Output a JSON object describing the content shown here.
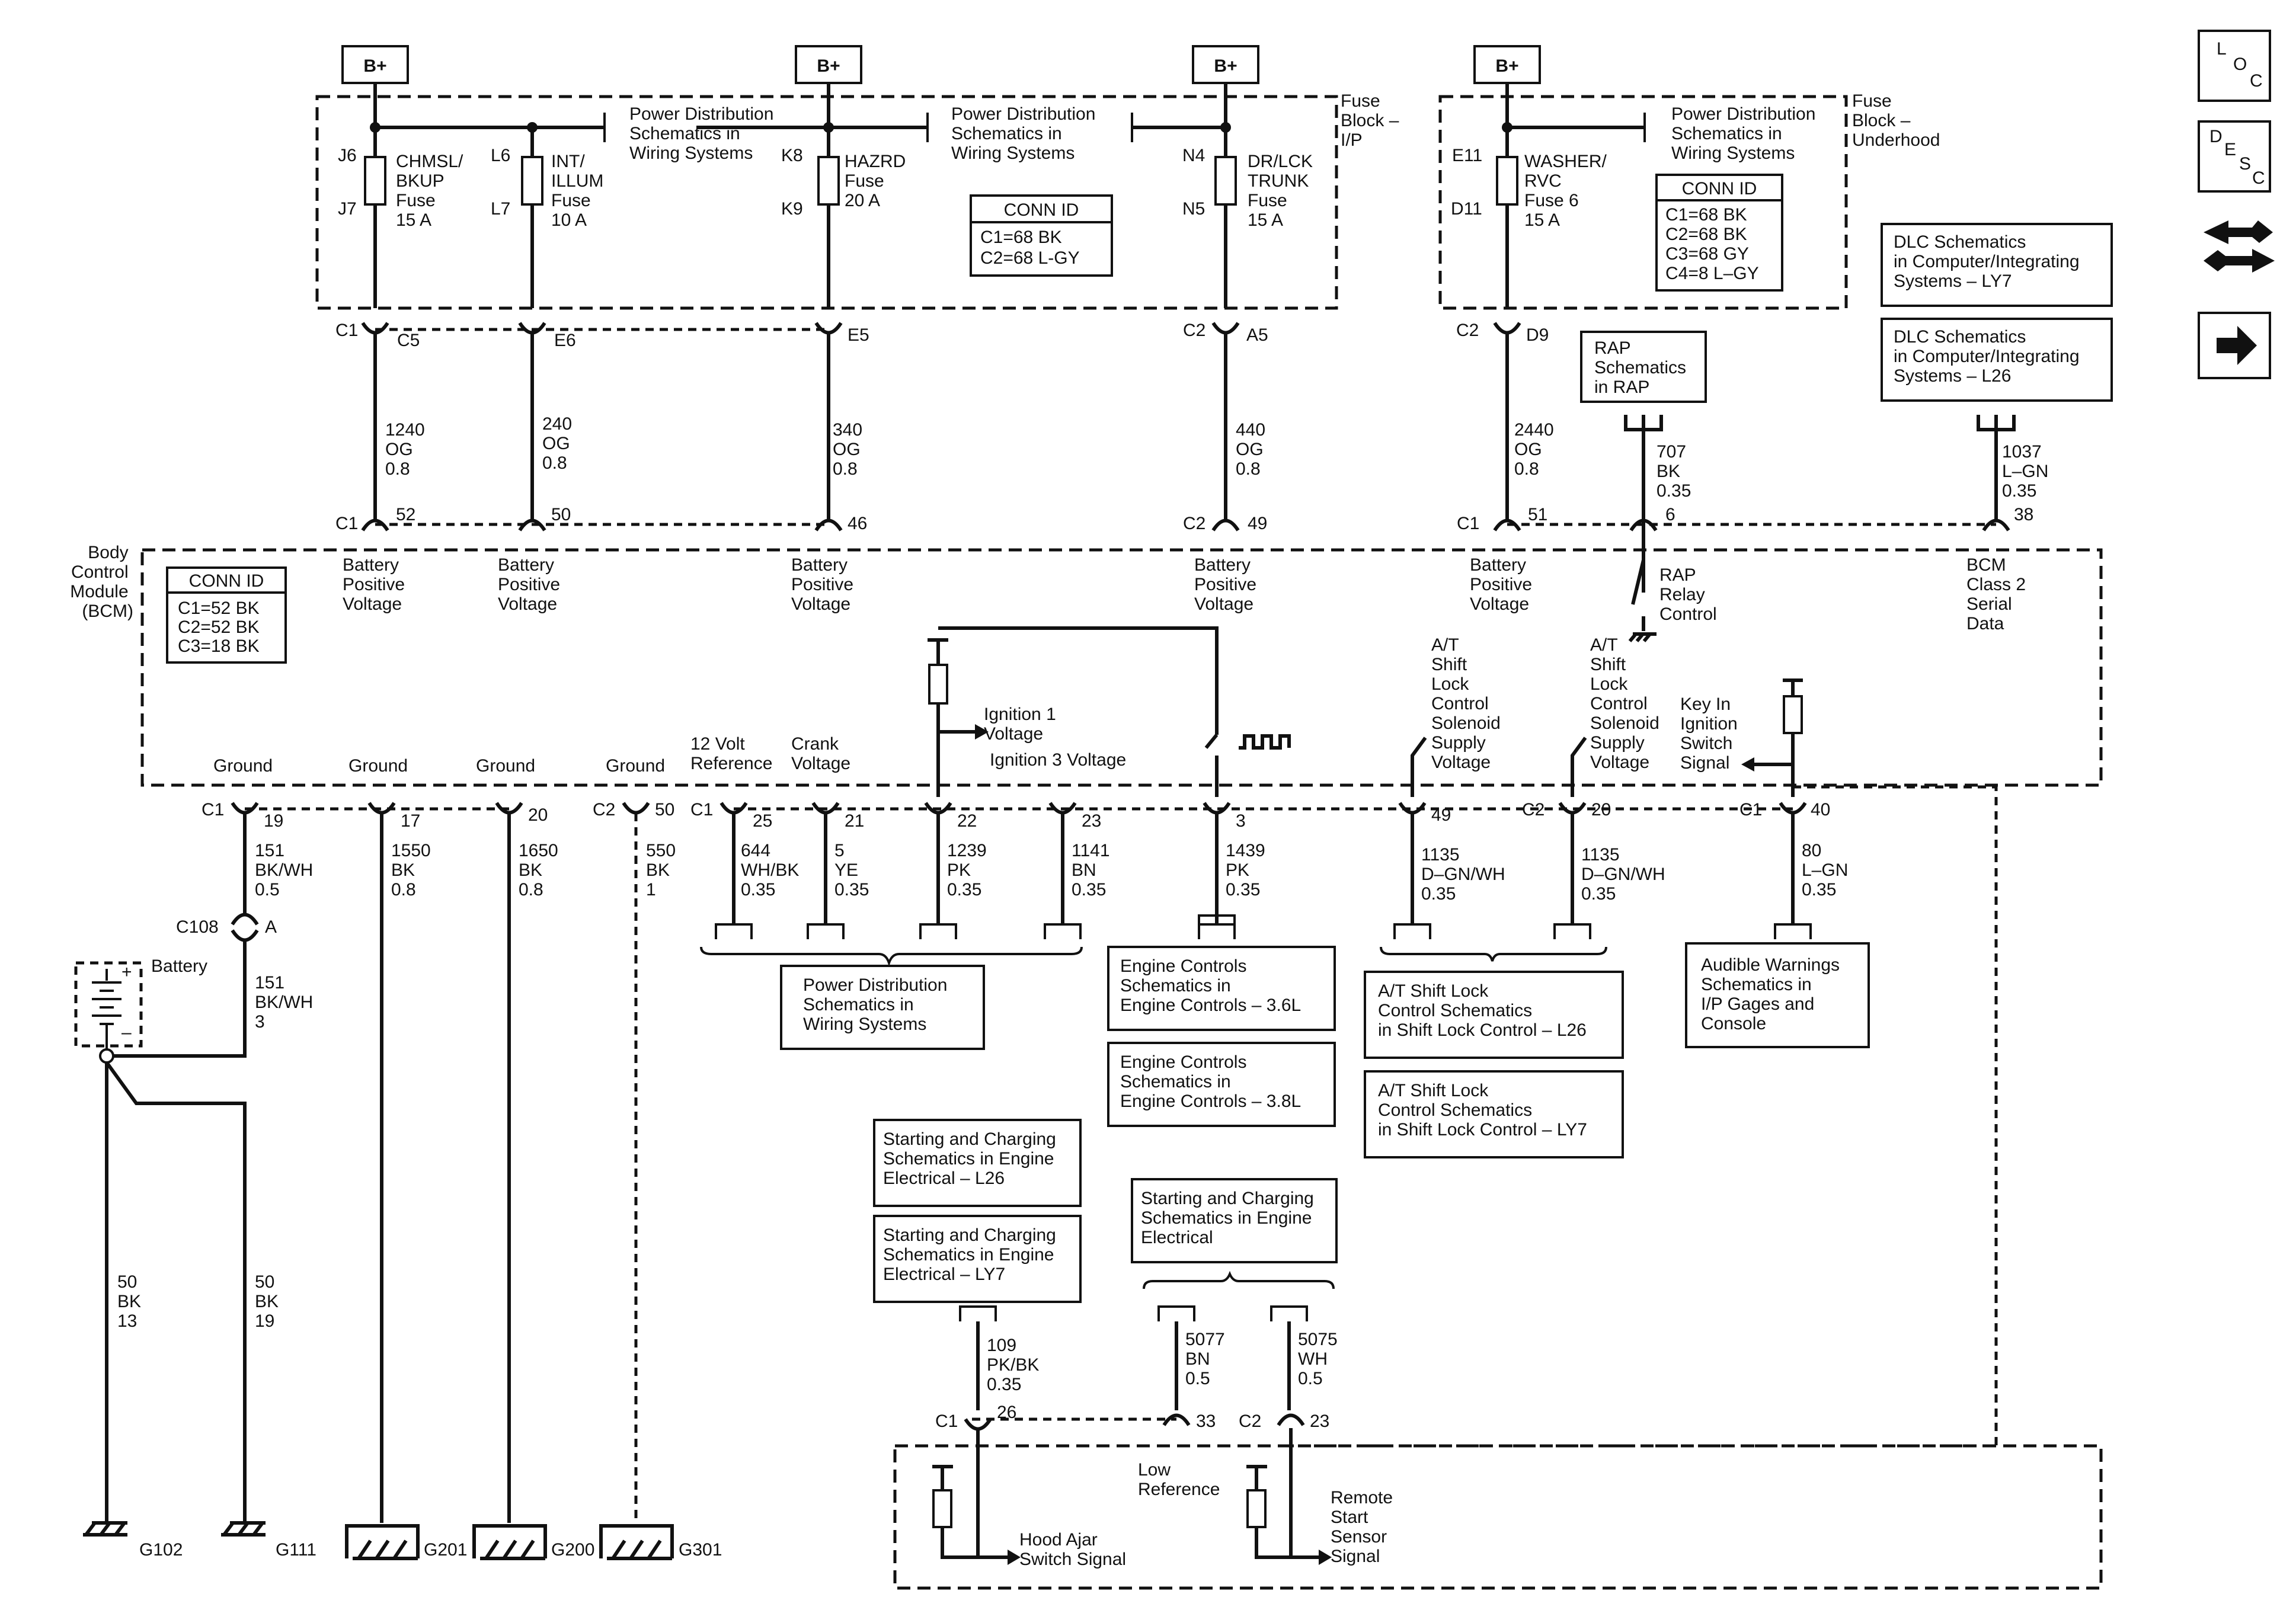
{
  "battery_supply": {
    "label": "B+"
  },
  "fuse_block_ip": {
    "label_lines": [
      "Fuse",
      "Block –",
      "I/P"
    ],
    "power_dist_lines": [
      "Power Distribution",
      "Schematics in",
      "Wiring Systems"
    ],
    "conn_id": {
      "title": "CONN ID",
      "lines": [
        "C1=68 BK",
        "C2=68 L-GY"
      ]
    },
    "fuses": [
      {
        "top": "J6",
        "bottom": "J7",
        "lines": [
          "CHMSL/",
          "BKUP",
          "Fuse",
          "15 A"
        ]
      },
      {
        "top": "L6",
        "bottom": "L7",
        "lines": [
          "INT/",
          "ILLUM",
          "Fuse",
          "10 A"
        ]
      },
      {
        "top": "K8",
        "bottom": "K9",
        "lines": [
          "HAZRD",
          "Fuse",
          "20 A"
        ]
      },
      {
        "top": "N4",
        "bottom": "N5",
        "lines": [
          "DR/LCK",
          "TRUNK",
          "Fuse",
          "15 A"
        ]
      }
    ]
  },
  "fuse_block_underhood": {
    "label_lines": [
      "Fuse",
      "Block –",
      "Underhood"
    ],
    "power_dist_lines": [
      "Power Distribution",
      "Schematics in",
      "Wiring Systems"
    ],
    "conn_id": {
      "title": "CONN ID",
      "lines": [
        "C1=68 BK",
        "C2=68 BK",
        "C3=68 GY",
        "C4=8 L–GY"
      ]
    },
    "fuse": {
      "top": "E11",
      "bottom": "D11",
      "lines": [
        "WASHER/",
        "RVC",
        "Fuse 6",
        "15 A"
      ]
    }
  },
  "right_icons": {
    "loc": [
      "L",
      "O",
      "C"
    ],
    "desc": [
      "D",
      "E",
      "S",
      "C"
    ]
  },
  "dlc_ly7": [
    "DLC Schematics",
    "in Computer/Integrating",
    "Systems – LY7"
  ],
  "dlc_l26": [
    "DLC Schematics",
    "in Computer/Integrating",
    "Systems – L26"
  ],
  "rap_box": [
    "RAP",
    "Schematics",
    "in RAP"
  ],
  "fuse_side_connectors": [
    {
      "conn": "C1",
      "pin": "C5"
    },
    {
      "pin": "E6"
    },
    {
      "pin": "E5"
    },
    {
      "conn": "C2",
      "pin": "A5"
    },
    {
      "conn": "C2",
      "pin": "D9"
    }
  ],
  "supply_wires": [
    {
      "circuit": "1240",
      "color": "OG",
      "gauge": "0.8"
    },
    {
      "circuit": "240",
      "color": "OG",
      "gauge": "0.8"
    },
    {
      "circuit": "340",
      "color": "OG",
      "gauge": "0.8"
    },
    {
      "circuit": "440",
      "color": "OG",
      "gauge": "0.8"
    },
    {
      "circuit": "2440",
      "color": "OG",
      "gauge": "0.8"
    },
    {
      "circuit": "707",
      "color": "BK",
      "gauge": "0.35"
    },
    {
      "circuit": "1037",
      "color": "L–GN",
      "gauge": "0.35"
    }
  ],
  "bcm_top_pins": [
    {
      "conn": "C1",
      "pin": "52",
      "label": [
        "Battery",
        "Positive",
        "Voltage"
      ]
    },
    {
      "pin": "50",
      "label": [
        "Battery",
        "Positive",
        "Voltage"
      ]
    },
    {
      "pin": "46",
      "label": [
        "Battery",
        "Positive",
        "Voltage"
      ]
    },
    {
      "conn": "C2",
      "pin": "49",
      "label": [
        "Battery",
        "Positive",
        "Voltage"
      ]
    },
    {
      "conn": "C1",
      "pin": "51",
      "label": [
        "Battery",
        "Positive",
        "Voltage"
      ]
    },
    {
      "pin": "6",
      "label": [
        "RAP",
        "Relay",
        "Control"
      ]
    },
    {
      "pin": "38",
      "label": [
        "BCM",
        "Class 2",
        "Serial",
        "Data"
      ]
    }
  ],
  "bcm": {
    "label_lines": [
      "Body",
      "Control",
      "Module",
      "(BCM)"
    ],
    "conn_id": {
      "title": "CONN ID",
      "lines": [
        "C1=52 BK",
        "C2=52 BK",
        "C3=18 BK"
      ]
    },
    "ign1": [
      "Ignition 1",
      "Voltage"
    ],
    "ign3": "Ignition 3 Voltage"
  },
  "bcm_bottom_labels": {
    "ground": "Ground",
    "ref12": [
      "12 Volt",
      "Reference"
    ],
    "crank": [
      "Crank",
      "Voltage"
    ],
    "atshift": [
      "A/T",
      "Shift",
      "Lock",
      "Control",
      "Solenoid",
      "Supply",
      "Voltage"
    ],
    "keyin": [
      "Key In",
      "Ignition",
      "Switch",
      "Signal"
    ]
  },
  "bcm_bottom_pins": [
    {
      "conn": "C1",
      "pin": "19"
    },
    {
      "pin": "17"
    },
    {
      "pin": "20"
    },
    {
      "conn": "C2",
      "pin": "50"
    },
    {
      "conn": "C1",
      "pin": "25"
    },
    {
      "pin": "21"
    },
    {
      "pin": "22"
    },
    {
      "pin": "23"
    },
    {
      "pin": "3"
    },
    {
      "pin": "49"
    },
    {
      "conn": "C2",
      "pin": "20"
    },
    {
      "conn": "C1",
      "pin": "40"
    }
  ],
  "bottom_wires": [
    {
      "circuit": "151",
      "color": "BK/WH",
      "gauge": "0.5"
    },
    {
      "circuit": "1550",
      "color": "BK",
      "gauge": "0.8"
    },
    {
      "circuit": "1650",
      "color": "BK",
      "gauge": "0.8"
    },
    {
      "circuit": "550",
      "color": "BK",
      "gauge": "1"
    },
    {
      "circuit": "644",
      "color": "WH/BK",
      "gauge": "0.35"
    },
    {
      "circuit": "5",
      "color": "YE",
      "gauge": "0.35"
    },
    {
      "circuit": "1239",
      "color": "PK",
      "gauge": "0.35"
    },
    {
      "circuit": "1141",
      "color": "BN",
      "gauge": "0.35"
    },
    {
      "circuit": "1439",
      "color": "PK",
      "gauge": "0.35"
    },
    {
      "circuit": "1135",
      "color": "D–GN/WH",
      "gauge": "0.35"
    },
    {
      "circuit": "1135",
      "color": "D–GN/WH",
      "gauge": "0.35"
    },
    {
      "circuit": "80",
      "color": "L–GN",
      "gauge": "0.35"
    }
  ],
  "c108": {
    "conn": "C108",
    "pin": "A"
  },
  "battery": {
    "label": "Battery",
    "wire": {
      "circuit": "151",
      "color": "BK/WH",
      "gauge": "3"
    }
  },
  "ground_wires": [
    {
      "circuit": "50",
      "color": "BK",
      "gauge": "13"
    },
    {
      "circuit": "50",
      "color": "BK",
      "gauge": "19"
    }
  ],
  "grounds": [
    "G102",
    "G111",
    "G201",
    "G200",
    "G301"
  ],
  "ref_power_dist": [
    "Power Distribution",
    "Schematics in",
    "Wiring Systems"
  ],
  "ref_eng36": [
    "Engine Controls",
    "Schematics in",
    "Engine Controls – 3.6L"
  ],
  "ref_eng38": [
    "Engine Controls",
    "Schematics in",
    "Engine Controls – 3.8L"
  ],
  "ref_at_l26": [
    "A/T Shift Lock",
    "Control Schematics",
    "in Shift Lock Control – L26"
  ],
  "ref_at_ly7": [
    "A/T Shift Lock",
    "Control Schematics",
    "in Shift Lock Control – LY7"
  ],
  "ref_audible": [
    "Audible Warnings",
    "Schematics in",
    "I/P Gages and",
    "Console"
  ],
  "ref_sc_l26": [
    "Starting and Charging",
    "Schematics in Engine",
    "Electrical – L26"
  ],
  "ref_sc_ly7": [
    "Starting and Charging",
    "Schematics in Engine",
    "Electrical – LY7"
  ],
  "ref_sc": [
    "Starting and Charging",
    "Schematics in Engine",
    "Electrical"
  ],
  "lower_wires": [
    {
      "circuit": "109",
      "color": "PK/BK",
      "gauge": "0.35"
    },
    {
      "circuit": "5077",
      "color": "BN",
      "gauge": "0.5"
    },
    {
      "circuit": "5075",
      "color": "WH",
      "gauge": "0.5"
    }
  ],
  "lower_pins": [
    {
      "conn": "C1",
      "pin": "26"
    },
    {
      "pin": "33"
    },
    {
      "conn": "C2",
      "pin": "23"
    }
  ],
  "lower_labels": {
    "hood": [
      "Hood Ajar",
      "Switch Signal"
    ],
    "lowref": [
      "Low",
      "Reference"
    ],
    "remote": [
      "Remote",
      "Start",
      "Sensor",
      "Signal"
    ]
  }
}
